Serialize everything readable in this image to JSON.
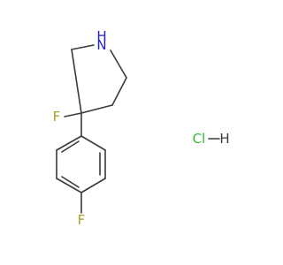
{
  "molecule": {
    "atoms": {
      "nitrogen": "N",
      "nitrogen_h": "H",
      "fluorine_pyrrolidine": "F",
      "fluorine_phenyl": "F"
    },
    "salt": {
      "chlorine": "Cl",
      "hydrogen": "H"
    }
  },
  "colors": {
    "bond": "#3a3a3a",
    "nitrogen": "#2020d8",
    "fluorine": "#a8a020",
    "chlorine": "#35b835",
    "hydrogen": "#3a3a3a"
  }
}
